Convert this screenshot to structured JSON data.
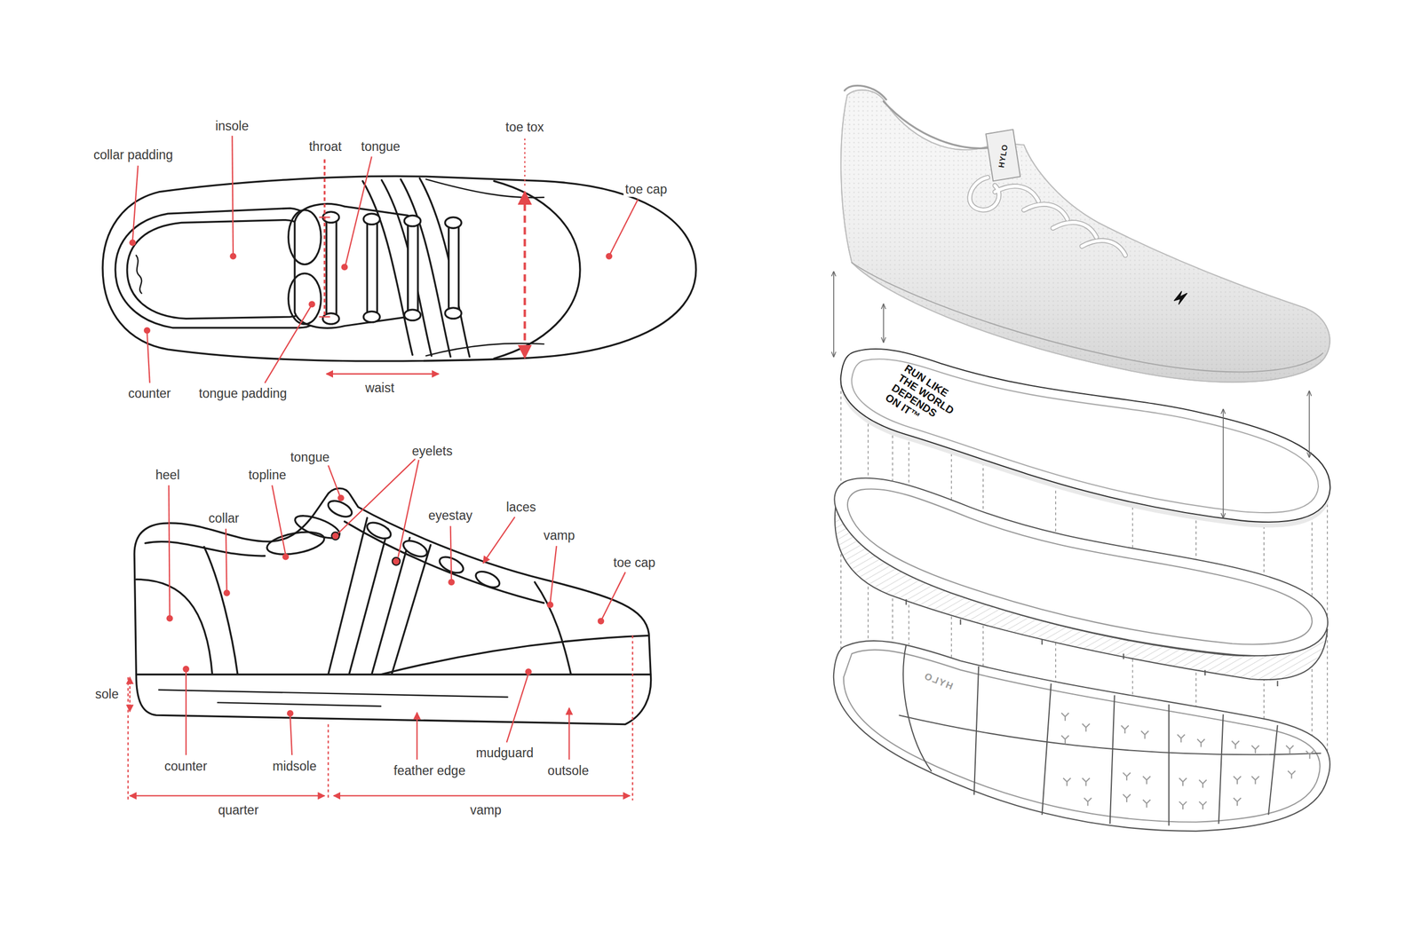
{
  "diagram": {
    "labels": [
      "collar padding",
      "insole",
      "throat",
      "tongue",
      "toe tox",
      "toe cap",
      "counter",
      "tongue padding",
      "waist",
      "tongue",
      "eyelets",
      "heel",
      "topline",
      "collar",
      "eyestay",
      "laces",
      "vamp",
      "toe cap",
      "sole",
      "counter",
      "midsole",
      "feather edge",
      "mudguard",
      "outsole",
      "quarter",
      "vamp",
      "HYLO",
      "RUN LIKE THE WORLD DEPENDS ON IT™",
      "HYLO"
    ]
  }
}
